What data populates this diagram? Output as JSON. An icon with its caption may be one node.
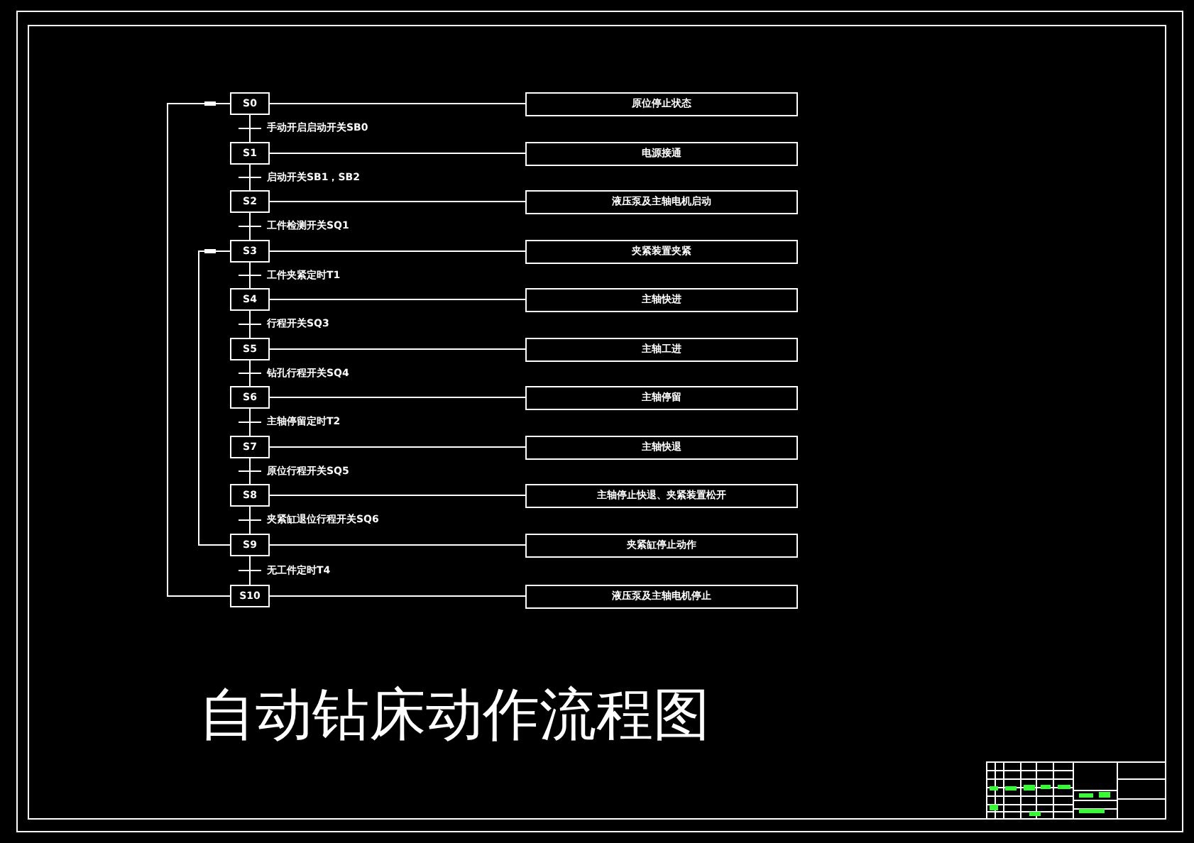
{
  "diagram": {
    "title": "自动钻床动作流程图",
    "nodes": [
      {
        "text": [
          "S0"
        ]
      },
      {
        "text": [
          "S1"
        ]
      },
      {
        "text": [
          "S2"
        ]
      },
      {
        "text": [
          "S3"
        ]
      },
      {
        "text": [
          "S4"
        ]
      },
      {
        "text": [
          "S5"
        ]
      },
      {
        "text": [
          "S6"
        ]
      },
      {
        "text": [
          "S7"
        ]
      },
      {
        "text": [
          "S8"
        ]
      },
      {
        "text": [
          "S9"
        ]
      },
      {
        "text": [
          "S10"
        ]
      },
      {
        "text": [
          "原位停止状态"
        ]
      },
      {
        "text": [
          "电源接通"
        ]
      },
      {
        "text": [
          "液压泵及主轴电机启动"
        ]
      },
      {
        "text": [
          "夹紧装置夹紧"
        ]
      },
      {
        "text": [
          "主轴快进"
        ]
      },
      {
        "text": [
          "主轴工进"
        ]
      },
      {
        "text": [
          "主轴停留"
        ]
      },
      {
        "text": [
          "主轴快退"
        ]
      },
      {
        "text": [
          "主轴停止快退、夹紧装置松开"
        ]
      },
      {
        "text": [
          "夹紧缸停止动作"
        ]
      },
      {
        "text": [
          "液压泵及主轴电机停止"
        ]
      }
    ],
    "edges": [
      {
        "from": 0,
        "to": 1,
        "arrow": "none",
        "label": "手动开启启动开关SB0"
      },
      {
        "from": 1,
        "to": 2,
        "arrow": "none",
        "label": "启动开关SB1，SB2"
      },
      {
        "from": 2,
        "to": 3,
        "arrow": "none",
        "label": "工件检测开关SQ1"
      },
      {
        "from": 3,
        "to": 4,
        "arrow": "none",
        "label": "工件夹紧定时T1"
      },
      {
        "from": 4,
        "to": 5,
        "arrow": "none",
        "label": "行程开关SQ3"
      },
      {
        "from": 5,
        "to": 6,
        "arrow": "none",
        "label": "钻孔行程开关SQ4"
      },
      {
        "from": 6,
        "to": 7,
        "arrow": "none",
        "label": "主轴停留定时T2"
      },
      {
        "from": 7,
        "to": 8,
        "arrow": "none",
        "label": "原位行程开关SQ5"
      },
      {
        "from": 8,
        "to": 9,
        "arrow": "none",
        "label": "夹紧缸退位行程开关SQ6"
      },
      {
        "from": 9,
        "to": 10,
        "arrow": "none",
        "label": "无工件定时T4"
      },
      {
        "from": 10,
        "to": 0,
        "arrow": "none"
      },
      {
        "from": 9,
        "to": 3,
        "arrow": "none"
      },
      {
        "from": 0,
        "to": 11,
        "arrow": "none"
      },
      {
        "from": 1,
        "to": 12,
        "arrow": "none"
      },
      {
        "from": 2,
        "to": 13,
        "arrow": "none"
      },
      {
        "from": 3,
        "to": 14,
        "arrow": "none"
      },
      {
        "from": 4,
        "to": 15,
        "arrow": "none"
      },
      {
        "from": 5,
        "to": 16,
        "arrow": "none"
      },
      {
        "from": 6,
        "to": 17,
        "arrow": "none"
      },
      {
        "from": 7,
        "to": 18,
        "arrow": "none"
      },
      {
        "from": 8,
        "to": 19,
        "arrow": "none"
      },
      {
        "from": 9,
        "to": 20,
        "arrow": "none"
      },
      {
        "from": 10,
        "to": 21,
        "arrow": "none"
      }
    ]
  }
}
